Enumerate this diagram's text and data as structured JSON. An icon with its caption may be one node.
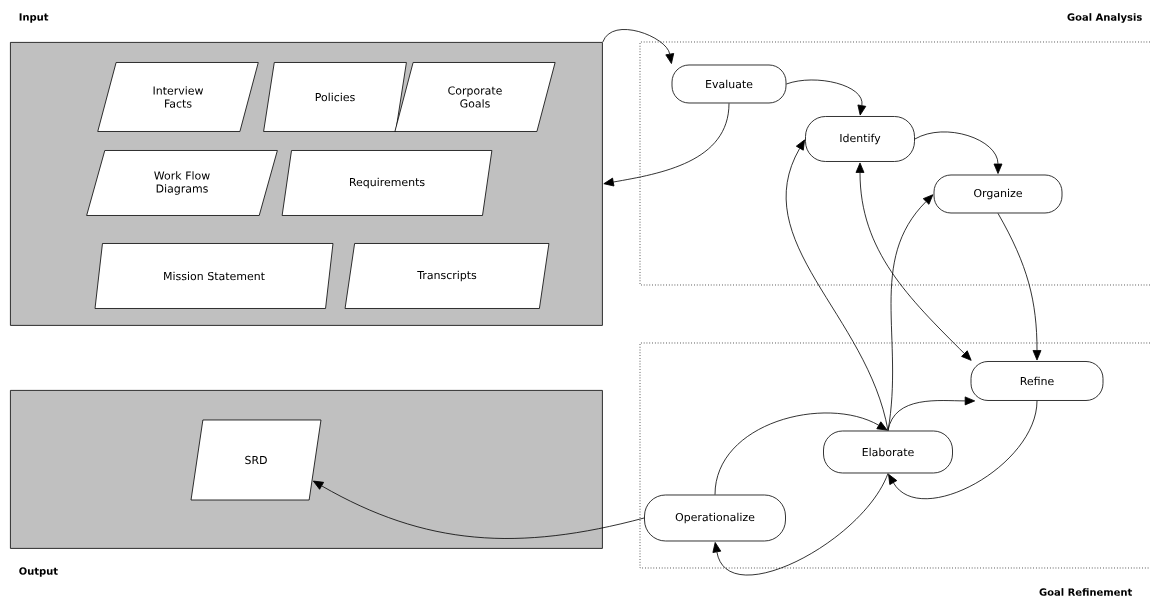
{
  "diagram": {
    "nodes": [
      {
        "text": [
          "Input"
        ]
      },
      {
        "text": [
          "Interview Facts"
        ],
        "in": 0
      },
      {
        "text": [
          "Policies"
        ],
        "in": 0
      },
      {
        "text": [
          "Corporate Goals"
        ],
        "in": 0
      },
      {
        "text": [
          "Work Flow Diagrams"
        ],
        "in": 0
      },
      {
        "text": [
          "Requirements"
        ],
        "in": 0
      },
      {
        "text": [
          "Mission Statement"
        ],
        "in": 0
      },
      {
        "text": [
          "Transcripts"
        ],
        "in": 0
      },
      {
        "text": [
          "Output"
        ]
      },
      {
        "text": [
          "SRD"
        ],
        "in": 8
      },
      {
        "text": [
          "Goal Analysis"
        ]
      },
      {
        "text": [
          "Evaluate"
        ],
        "in": 10
      },
      {
        "text": [
          "Identify"
        ],
        "in": 10
      },
      {
        "text": [
          "Organize"
        ],
        "in": 10
      },
      {
        "text": [
          "Goal Refinement"
        ]
      },
      {
        "text": [
          "Refine"
        ],
        "in": 14
      },
      {
        "text": [
          "Elaborate"
        ],
        "in": 14
      },
      {
        "text": [
          "Operationalize"
        ],
        "in": 14
      }
    ],
    "edges": [
      {
        "from": 0,
        "to": 11,
        "arrow": "to"
      },
      {
        "from": 11,
        "to": 0,
        "arrow": "to"
      },
      {
        "from": 11,
        "to": 12,
        "arrow": "to"
      },
      {
        "from": 12,
        "to": 13,
        "arrow": "to"
      },
      {
        "from": 13,
        "to": 15,
        "arrow": "to"
      },
      {
        "from": 16,
        "to": 12,
        "arrow": "to"
      },
      {
        "from": 12,
        "to": 15,
        "arrow": "both"
      },
      {
        "from": 16,
        "to": 13,
        "arrow": "to"
      },
      {
        "from": 16,
        "to": 15,
        "arrow": "to"
      },
      {
        "from": 17,
        "to": 16,
        "arrow": "to"
      },
      {
        "from": 15,
        "to": 16,
        "arrow": "to"
      },
      {
        "from": 16,
        "to": 17,
        "arrow": "to"
      },
      {
        "from": 17,
        "to": 9,
        "arrow": "to"
      }
    ]
  }
}
